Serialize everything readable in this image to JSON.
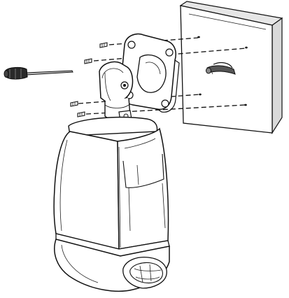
{
  "figure": {
    "kind": "installation-line-drawing",
    "parts": [
      "wall",
      "wall-cable",
      "mounting-bracket",
      "screws",
      "screwdriver",
      "camera-housing",
      "dome-cover"
    ],
    "colors": {
      "ink": "#111111",
      "wall_face": "#ffffff",
      "wall_edge": "#d9d9d9",
      "metal": "#bfbfbf",
      "handle": "#2a2a2a",
      "cable": "#555555"
    },
    "screw_count": 4,
    "anchor_count": 4
  }
}
